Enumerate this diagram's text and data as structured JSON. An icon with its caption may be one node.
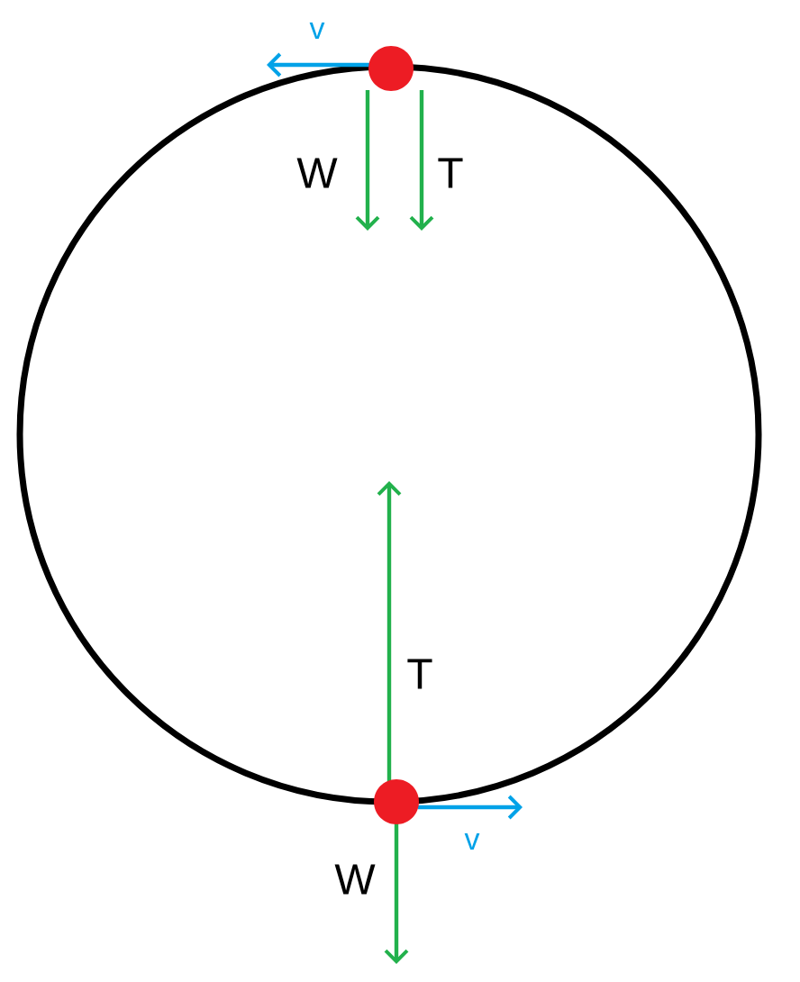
{
  "diagram": {
    "labels": [
      "v",
      "W",
      "T",
      "T",
      "v",
      "W"
    ]
  }
}
